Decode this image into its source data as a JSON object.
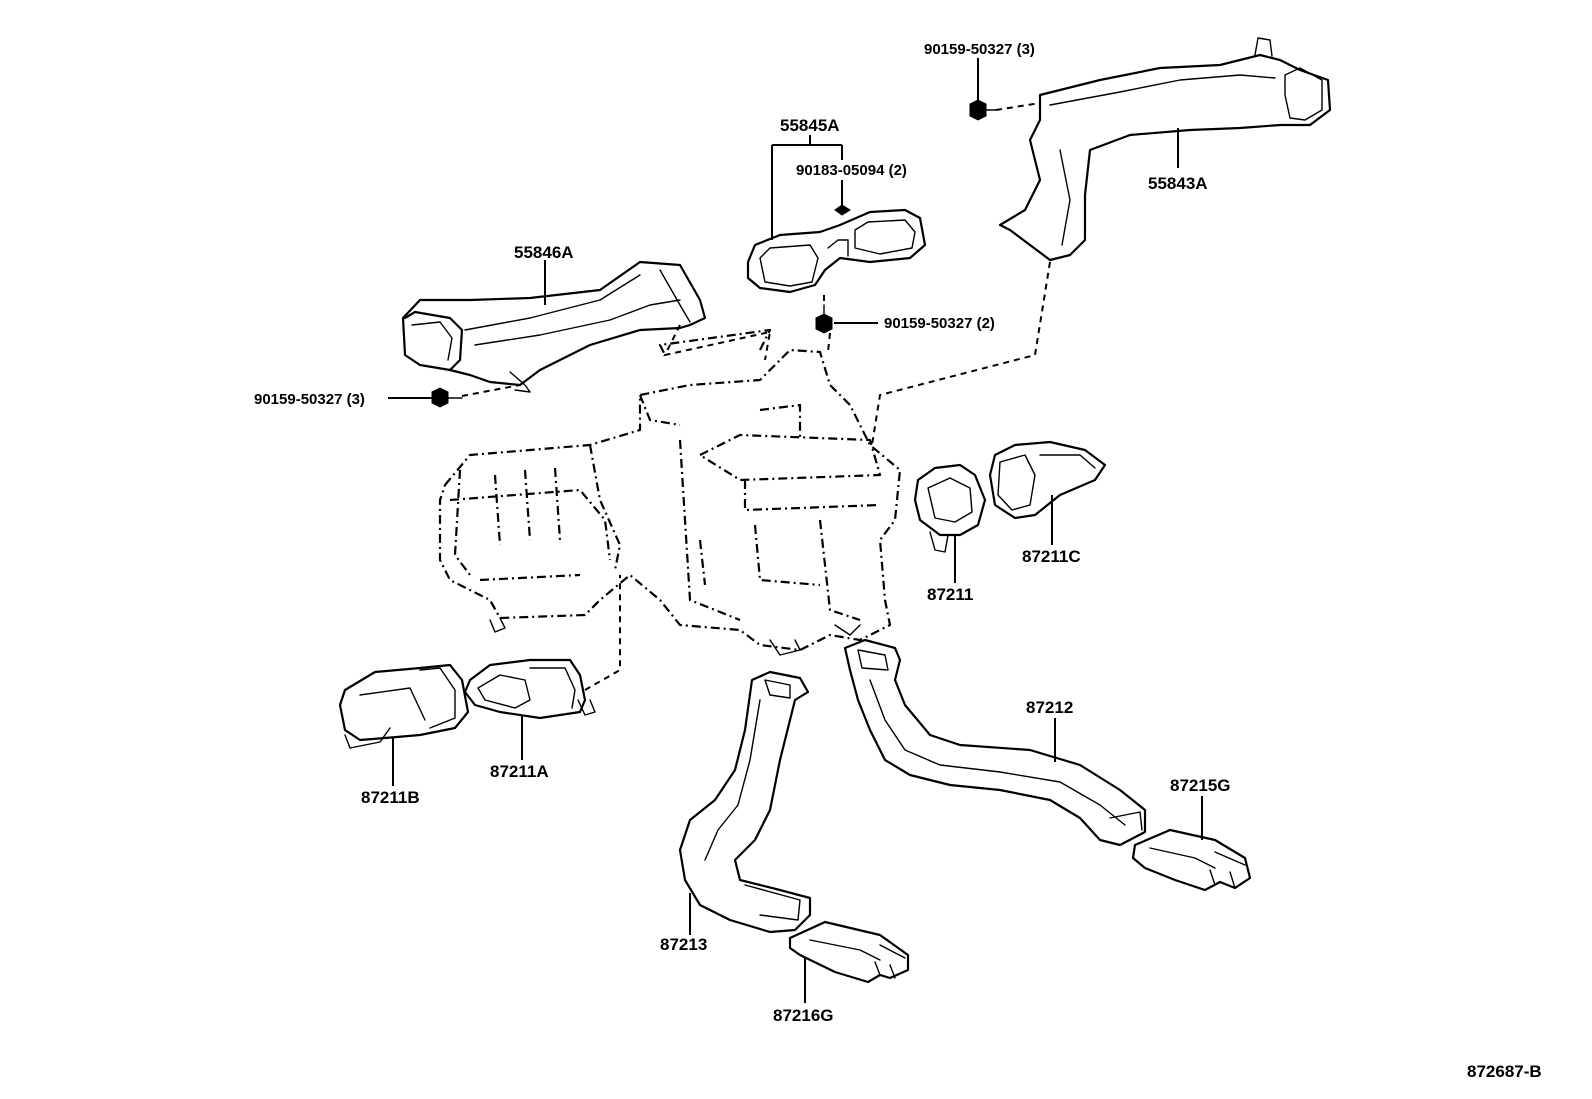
{
  "diagram_id": "872687-B",
  "labels": {
    "p55845A": "55845A",
    "p90183_05094": "90183-05094 (2)",
    "p90159_top": "90159-50327 (3)",
    "p55843A": "55843A",
    "p55846A": "55846A",
    "p90159_mid": "90159-50327 (2)",
    "p90159_left": "90159-50327 (3)",
    "p87211C": "87211C",
    "p87211": "87211",
    "p87211A": "87211A",
    "p87211B": "87211B",
    "p87212": "87212",
    "p87215G": "87215G",
    "p87213": "87213",
    "p87216G": "87216G"
  }
}
